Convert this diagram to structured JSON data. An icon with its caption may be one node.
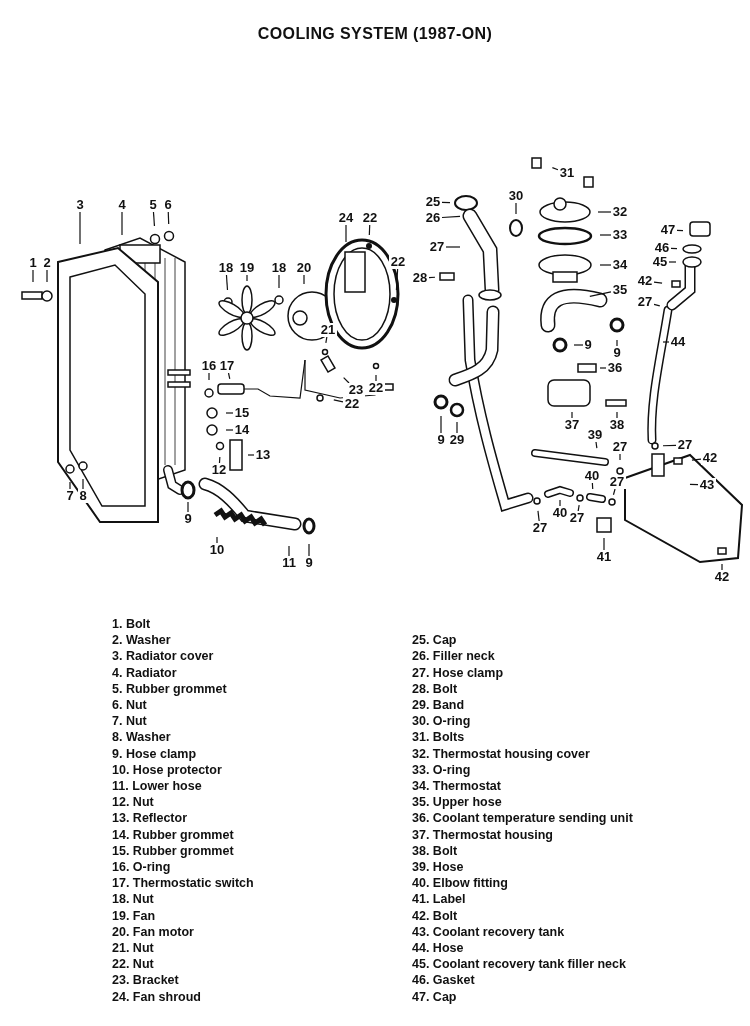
{
  "diagram": {
    "title": "COOLING SYSTEM (1987-ON)",
    "nodes": [
      {
        "text": [
          "1"
        ]
      },
      {
        "text": [
          "2"
        ]
      },
      {
        "text": [
          "3"
        ]
      },
      {
        "text": [
          "4"
        ]
      },
      {
        "text": [
          "5"
        ]
      },
      {
        "text": [
          "6"
        ]
      },
      {
        "text": [
          "7"
        ]
      },
      {
        "text": [
          "8"
        ]
      },
      {
        "text": [
          "9"
        ]
      },
      {
        "text": [
          "10"
        ]
      },
      {
        "text": [
          "11"
        ]
      },
      {
        "text": [
          "9"
        ]
      },
      {
        "text": [
          "12"
        ]
      },
      {
        "text": [
          "13"
        ]
      },
      {
        "text": [
          "14"
        ]
      },
      {
        "text": [
          "15"
        ]
      },
      {
        "text": [
          "16"
        ]
      },
      {
        "text": [
          "17"
        ]
      },
      {
        "text": [
          "18"
        ]
      },
      {
        "text": [
          "19"
        ]
      },
      {
        "text": [
          "18"
        ]
      },
      {
        "text": [
          "20"
        ]
      },
      {
        "text": [
          "21"
        ]
      },
      {
        "text": [
          "24"
        ]
      },
      {
        "text": [
          "22"
        ]
      },
      {
        "text": [
          "22"
        ]
      },
      {
        "text": [
          "23"
        ]
      },
      {
        "text": [
          "22"
        ]
      },
      {
        "text": [
          "22"
        ]
      },
      {
        "text": [
          "25"
        ]
      },
      {
        "text": [
          "26"
        ]
      },
      {
        "text": [
          "27"
        ]
      },
      {
        "text": [
          "28"
        ]
      },
      {
        "text": [
          "30"
        ]
      },
      {
        "text": [
          "31"
        ]
      },
      {
        "text": [
          "32"
        ]
      },
      {
        "text": [
          "33"
        ]
      },
      {
        "text": [
          "34"
        ]
      },
      {
        "text": [
          "35"
        ]
      },
      {
        "text": [
          "9"
        ]
      },
      {
        "text": [
          "9"
        ]
      },
      {
        "text": [
          "36"
        ]
      },
      {
        "text": [
          "37"
        ]
      },
      {
        "text": [
          "38"
        ]
      },
      {
        "text": [
          "9"
        ]
      },
      {
        "text": [
          "29"
        ]
      },
      {
        "text": [
          "39"
        ]
      },
      {
        "text": [
          "27"
        ]
      },
      {
        "text": [
          "40"
        ]
      },
      {
        "text": [
          "27"
        ]
      },
      {
        "text": [
          "40"
        ]
      },
      {
        "text": [
          "27"
        ]
      },
      {
        "text": [
          "27"
        ]
      },
      {
        "text": [
          "41"
        ]
      },
      {
        "text": [
          "42"
        ]
      },
      {
        "text": [
          "43"
        ]
      },
      {
        "text": [
          "27"
        ]
      },
      {
        "text": [
          "44"
        ]
      },
      {
        "text": [
          "27"
        ]
      },
      {
        "text": [
          "42"
        ]
      },
      {
        "text": [
          "45"
        ]
      },
      {
        "text": [
          "46"
        ]
      },
      {
        "text": [
          "47"
        ]
      },
      {
        "text": [
          "42"
        ]
      }
    ],
    "edges": [
      {
        "from": 0,
        "to": null,
        "arrow": "none"
      },
      {
        "from": 1,
        "to": null,
        "arrow": "none"
      },
      {
        "from": 2,
        "to": null,
        "arrow": "none"
      },
      {
        "from": 3,
        "to": null,
        "arrow": "none"
      },
      {
        "from": 4,
        "to": null,
        "arrow": "none"
      },
      {
        "from": 5,
        "to": null,
        "arrow": "none"
      },
      {
        "from": 6,
        "to": null,
        "arrow": "none"
      },
      {
        "from": 7,
        "to": null,
        "arrow": "none"
      },
      {
        "from": 8,
        "to": null,
        "arrow": "none"
      },
      {
        "from": 9,
        "to": null,
        "arrow": "none"
      },
      {
        "from": 10,
        "to": null,
        "arrow": "none"
      },
      {
        "from": 11,
        "to": null,
        "arrow": "none"
      },
      {
        "from": 12,
        "to": null,
        "arrow": "none"
      },
      {
        "from": 13,
        "to": null,
        "arrow": "none"
      },
      {
        "from": 14,
        "to": null,
        "arrow": "none"
      },
      {
        "from": 15,
        "to": null,
        "arrow": "none"
      },
      {
        "from": 16,
        "to": null,
        "arrow": "none"
      },
      {
        "from": 17,
        "to": null,
        "arrow": "none"
      },
      {
        "from": 18,
        "to": null,
        "arrow": "none"
      },
      {
        "from": 19,
        "to": null,
        "arrow": "none"
      },
      {
        "from": 20,
        "to": null,
        "arrow": "none"
      },
      {
        "from": 21,
        "to": null,
        "arrow": "none"
      },
      {
        "from": 22,
        "to": null,
        "arrow": "none"
      },
      {
        "from": 23,
        "to": null,
        "arrow": "none"
      },
      {
        "from": 24,
        "to": null,
        "arrow": "none"
      },
      {
        "from": 25,
        "to": null,
        "arrow": "none"
      },
      {
        "from": 26,
        "to": null,
        "arrow": "none"
      },
      {
        "from": 27,
        "to": null,
        "arrow": "none"
      },
      {
        "from": 28,
        "to": null,
        "arrow": "none"
      },
      {
        "from": 29,
        "to": null,
        "arrow": "none"
      },
      {
        "from": 30,
        "to": null,
        "arrow": "none"
      },
      {
        "from": 31,
        "to": null,
        "arrow": "none"
      },
      {
        "from": 32,
        "to": null,
        "arrow": "none"
      },
      {
        "from": 33,
        "to": null,
        "arrow": "none"
      },
      {
        "from": 34,
        "to": null,
        "arrow": "none"
      },
      {
        "from": 35,
        "to": null,
        "arrow": "none"
      },
      {
        "from": 36,
        "to": null,
        "arrow": "none"
      },
      {
        "from": 37,
        "to": null,
        "arrow": "none"
      },
      {
        "from": 38,
        "to": null,
        "arrow": "none"
      },
      {
        "from": 39,
        "to": null,
        "arrow": "none"
      },
      {
        "from": 40,
        "to": null,
        "arrow": "none"
      },
      {
        "from": 41,
        "to": null,
        "arrow": "none"
      },
      {
        "from": 42,
        "to": null,
        "arrow": "none"
      },
      {
        "from": 43,
        "to": null,
        "arrow": "none"
      },
      {
        "from": 44,
        "to": null,
        "arrow": "none"
      },
      {
        "from": 45,
        "to": null,
        "arrow": "none"
      },
      {
        "from": 46,
        "to": null,
        "arrow": "none"
      },
      {
        "from": 47,
        "to": null,
        "arrow": "none"
      },
      {
        "from": 48,
        "to": null,
        "arrow": "none"
      },
      {
        "from": 49,
        "to": null,
        "arrow": "none"
      },
      {
        "from": 50,
        "to": null,
        "arrow": "none"
      },
      {
        "from": 51,
        "to": null,
        "arrow": "none"
      },
      {
        "from": 52,
        "to": null,
        "arrow": "none"
      },
      {
        "from": 53,
        "to": null,
        "arrow": "none"
      },
      {
        "from": 54,
        "to": null,
        "arrow": "none"
      },
      {
        "from": 55,
        "to": null,
        "arrow": "none"
      },
      {
        "from": 56,
        "to": null,
        "arrow": "none"
      },
      {
        "from": 57,
        "to": null,
        "arrow": "none"
      },
      {
        "from": 58,
        "to": null,
        "arrow": "none"
      },
      {
        "from": 59,
        "to": null,
        "arrow": "none"
      },
      {
        "from": 60,
        "to": null,
        "arrow": "none"
      },
      {
        "from": 61,
        "to": null,
        "arrow": "none"
      },
      {
        "from": 62,
        "to": null,
        "arrow": "none"
      },
      {
        "from": 63,
        "to": null,
        "arrow": "none"
      }
    ],
    "labels": [
      "1. Bolt",
      "2. Washer",
      "3. Radiator cover",
      "4. Radiator",
      "5. Rubber grommet",
      "6. Nut",
      "7. Nut",
      "8. Washer",
      "9. Hose clamp",
      "10. Hose protector",
      "11. Lower hose",
      "12. Nut",
      "13. Reflector",
      "14. Rubber grommet",
      "15. Rubber grommet",
      "16. O-ring",
      "17. Thermostatic switch",
      "18. Nut",
      "19. Fan",
      "20. Fan motor",
      "21. Nut",
      "22. Nut",
      "23. Bracket",
      "24. Fan shroud",
      "25. Cap",
      "26. Filler neck",
      "27. Hose clamp",
      "28. Bolt",
      "29. Band",
      "30. O-ring",
      "31. Bolts",
      "32. Thermostat housing cover",
      "33. O-ring",
      "34. Thermostat",
      "35. Upper hose",
      "36. Coolant temperature sending unit",
      "37. Thermostat housing",
      "38. Bolt",
      "39. Hose",
      "40. Elbow fitting",
      "41. Label",
      "42. Bolt",
      "43. Coolant recovery tank",
      "44. Hose",
      "45. Coolant recovery tank filler neck",
      "46. Gasket",
      "47. Cap"
    ]
  }
}
